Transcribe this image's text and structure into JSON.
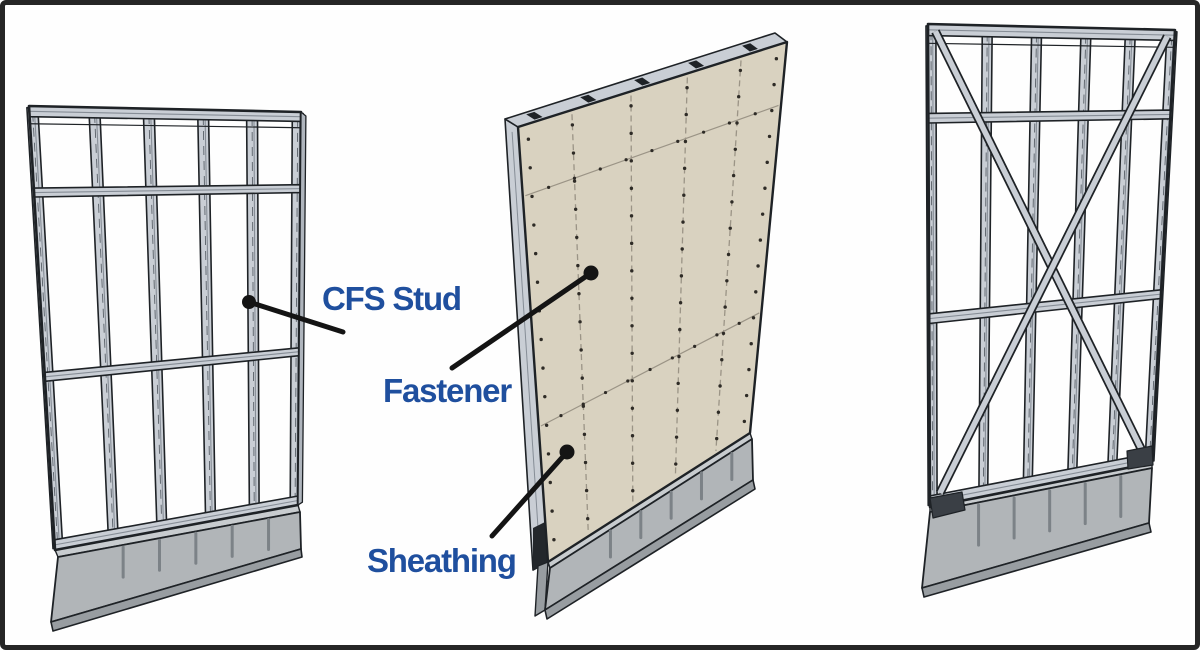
{
  "figure": {
    "description_names": [
      "cfs-stud-frame-wall",
      "sheathed-wall-panel",
      "strap-braced-frame-wall"
    ]
  },
  "annotations": {
    "cfs_stud": {
      "label": "CFS Stud"
    },
    "fastener": {
      "label": "Fastener"
    },
    "sheathing": {
      "label": "Sheathing"
    }
  },
  "colors": {
    "label_text": "#1F4F9E",
    "leader_line": "#141414",
    "outline": "#1E2226",
    "steel_light": "#C9CED5",
    "steel_mid": "#AFB5BD",
    "steel_dark": "#868D96",
    "sheathing_tan": "#D9D2C0",
    "sheathing_seam": "#9B9486",
    "fastener_dot": "#2E2B26",
    "concrete_top": "#C8CCCF",
    "concrete_front": "#B1B5B8",
    "concrete_dark": "#989DA1",
    "gusset": "#3A3F45",
    "background": "#FEFEFE",
    "border": "#262626"
  }
}
